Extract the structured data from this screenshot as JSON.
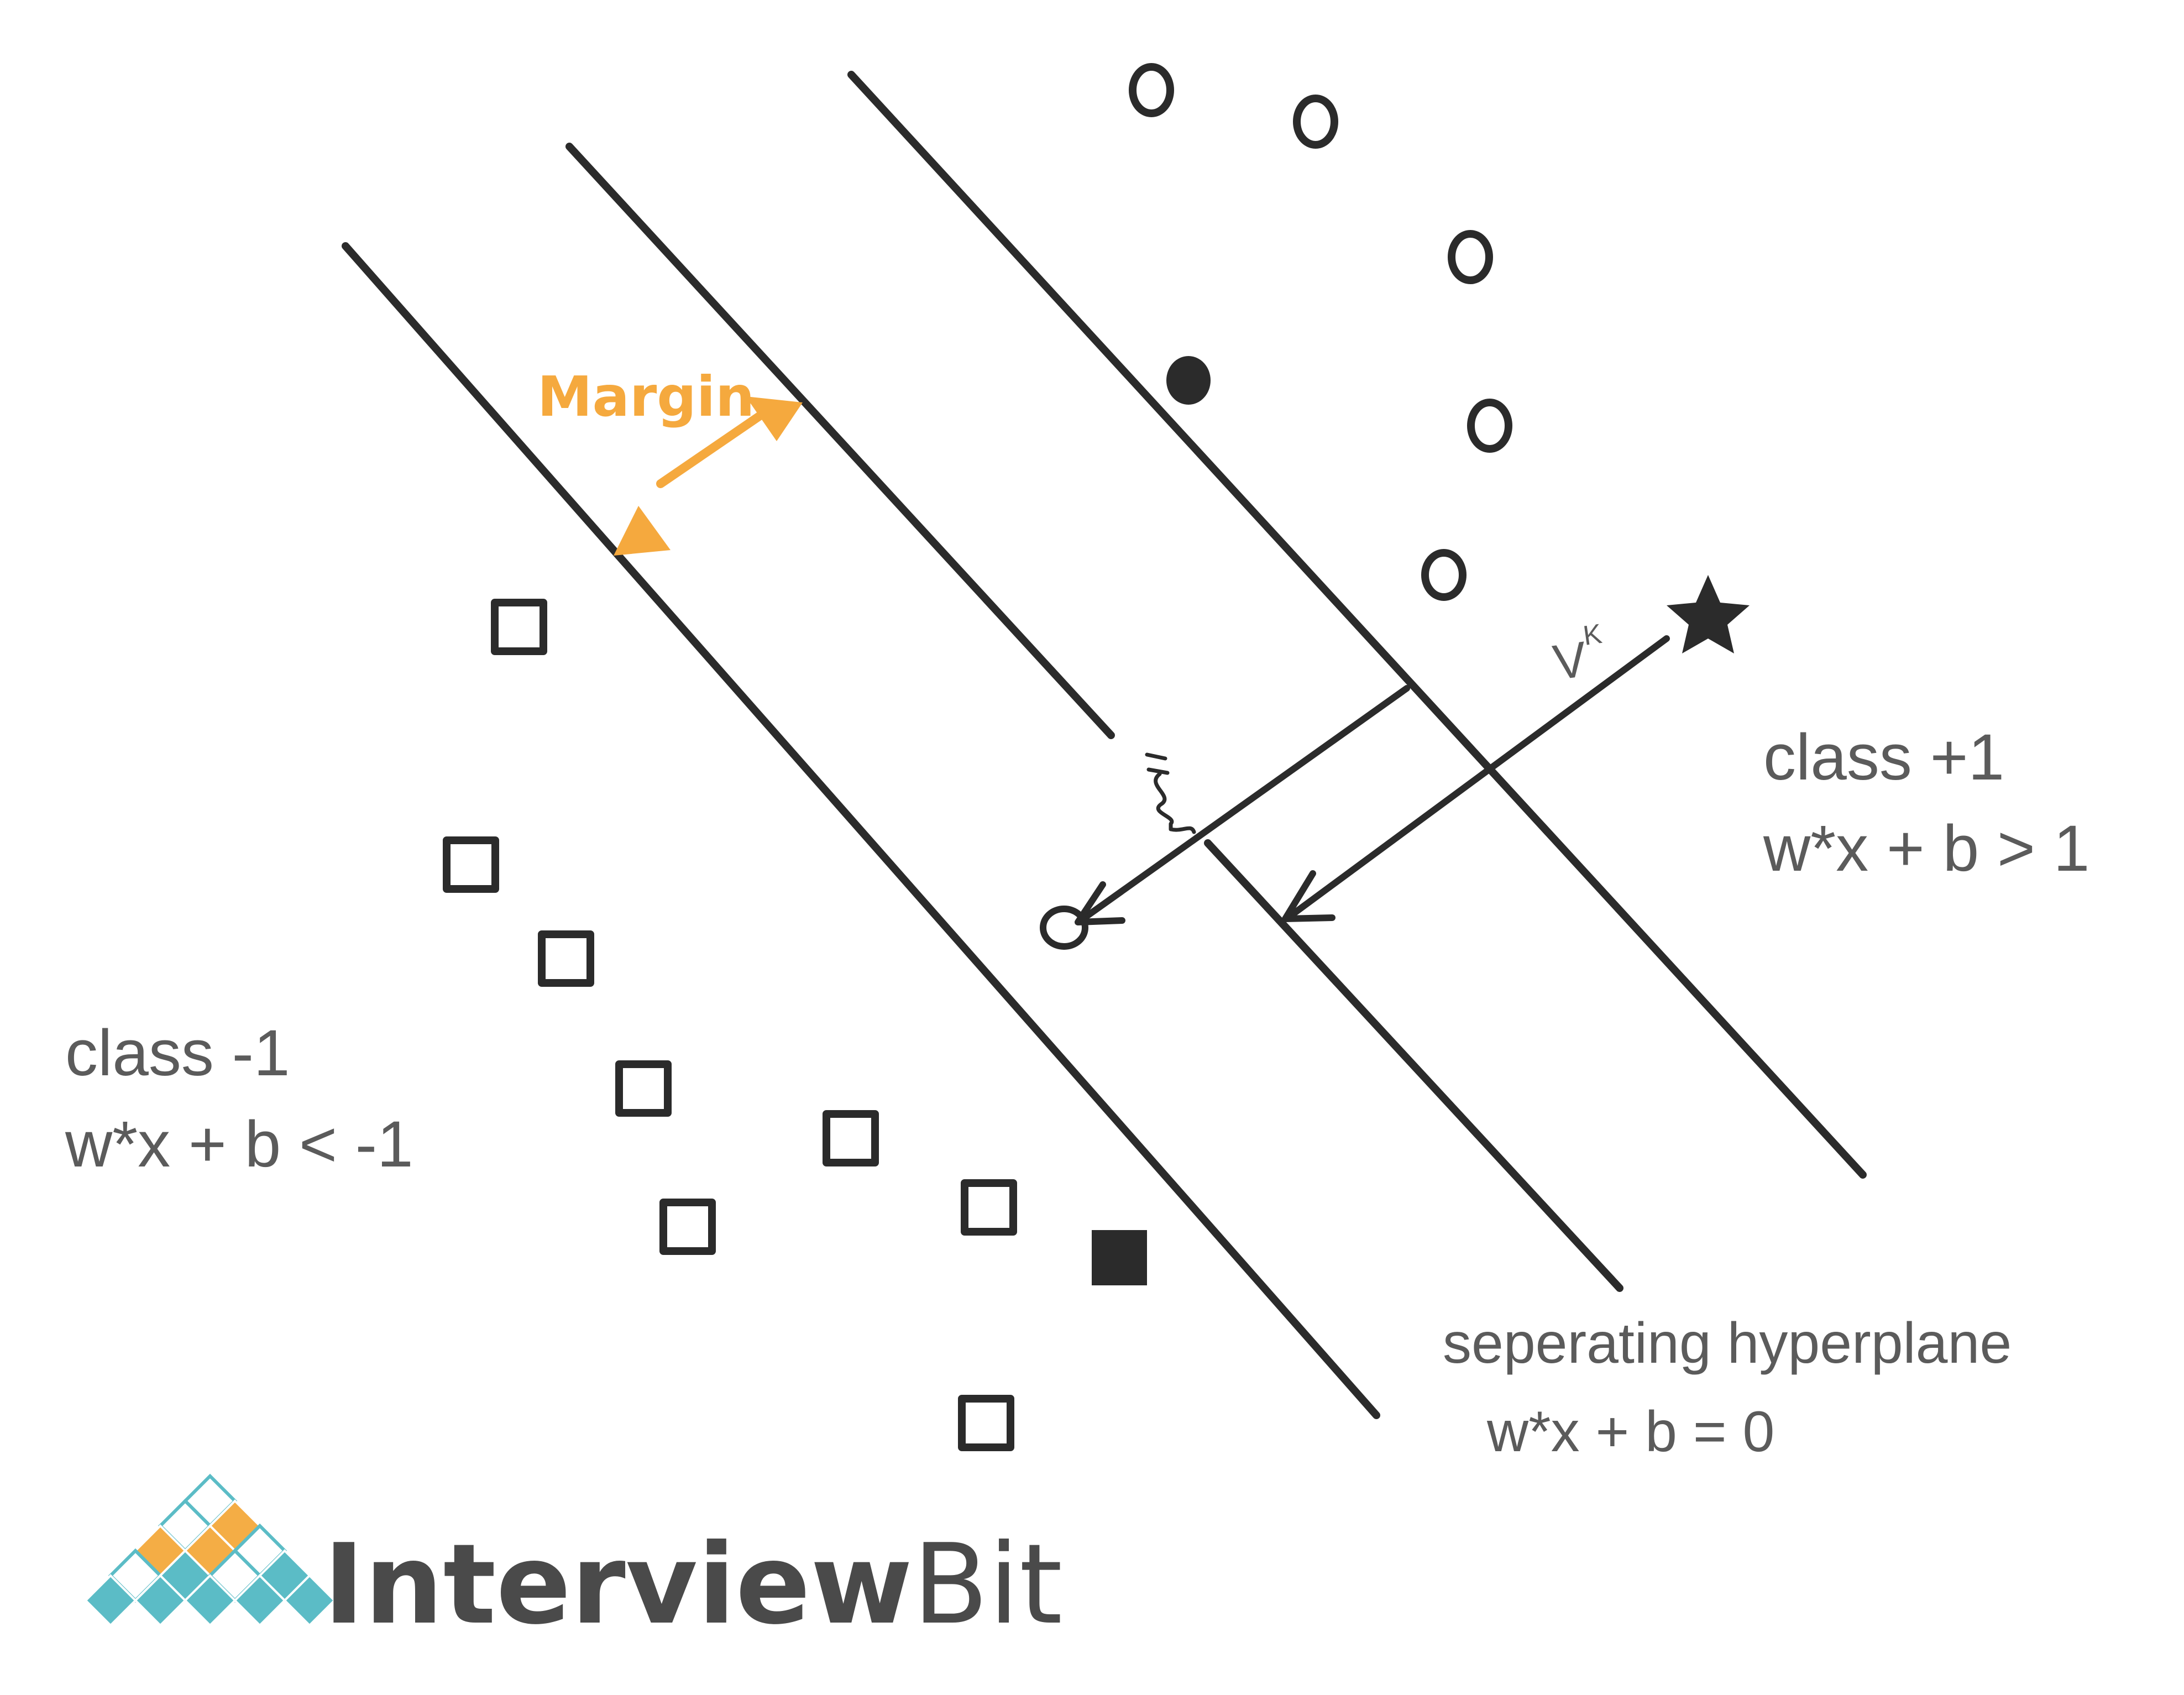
{
  "labels": {
    "margin": "Margin",
    "class_pos_name": "class +1",
    "class_pos_rule": "w*x + b > 1",
    "class_neg_name": "class -1",
    "class_neg_rule": "w*x + b < -1",
    "hyperplane_name": "seperating hyperplane",
    "hyperplane_rule": "w*x + b = 0",
    "vector_label": "V",
    "vector_superscript": "K"
  },
  "logo": {
    "text_interview": "Interview",
    "text_bit": "Bit"
  },
  "colors": {
    "ink": "#2b2b2b",
    "text": "#5b5b5b",
    "margin_accent": "#f5a93e",
    "logo_teal": "#5bbcc6",
    "logo_orange": "#f4ad45",
    "logo_text": "#4a4a4a"
  }
}
